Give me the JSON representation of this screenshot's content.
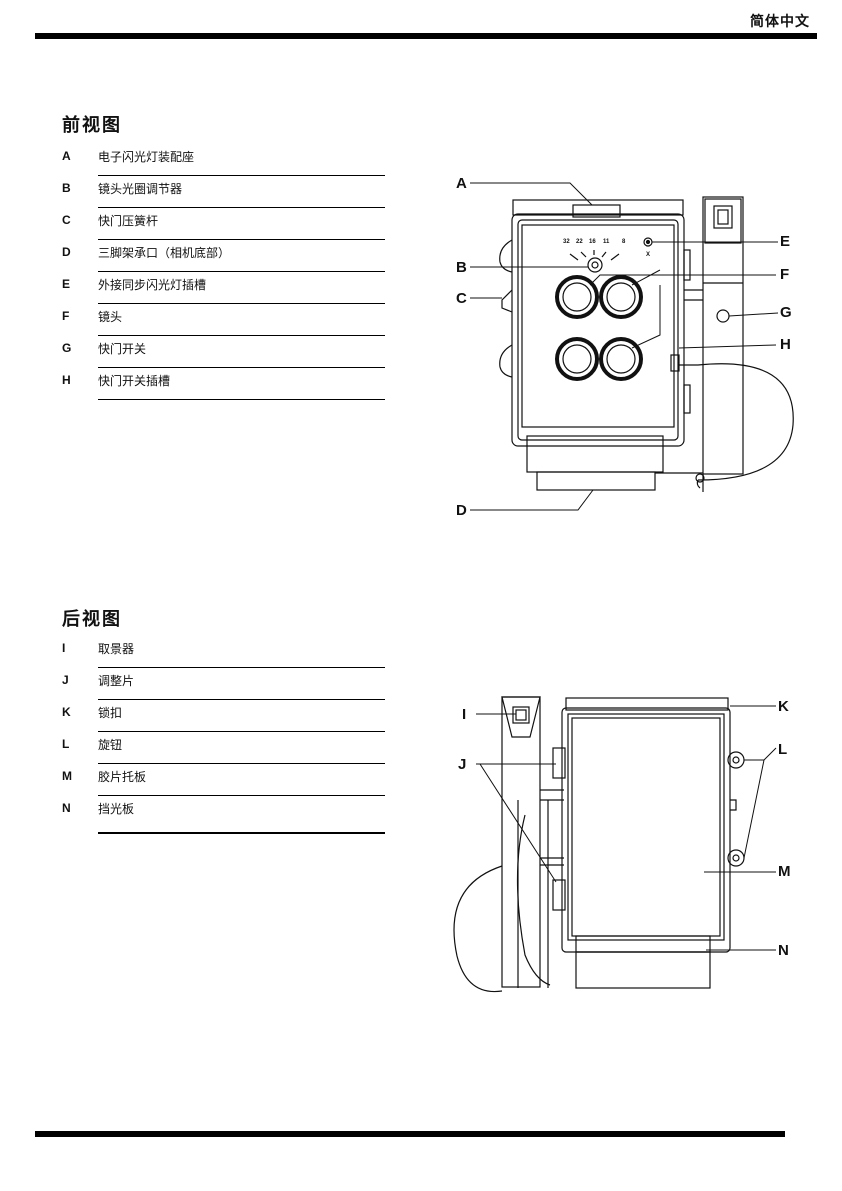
{
  "header": {
    "language": "简体中文"
  },
  "front": {
    "title": "前视图",
    "items": [
      {
        "letter": "A",
        "text": "电子闪光灯装配座"
      },
      {
        "letter": "B",
        "text": "镜头光圈调节器"
      },
      {
        "letter": "C",
        "text": "快门压簧杆"
      },
      {
        "letter": "D",
        "text": "三脚架承口（相机底部）"
      },
      {
        "letter": "E",
        "text": "外接同步闪光灯插槽"
      },
      {
        "letter": "F",
        "text": "镜头"
      },
      {
        "letter": "G",
        "text": "快门开关"
      },
      {
        "letter": "H",
        "text": "快门开关插槽"
      }
    ],
    "aperture_scale": [
      "32",
      "22",
      "16",
      "11",
      "8"
    ],
    "sync_mark": "X"
  },
  "back": {
    "title": "后视图",
    "items": [
      {
        "letter": "I",
        "text": "取景器"
      },
      {
        "letter": "J",
        "text": "调整片"
      },
      {
        "letter": "K",
        "text": "锁扣"
      },
      {
        "letter": "L",
        "text": "旋钮"
      },
      {
        "letter": "M",
        "text": "胶片托板"
      },
      {
        "letter": "N",
        "text": "挡光板"
      }
    ]
  }
}
